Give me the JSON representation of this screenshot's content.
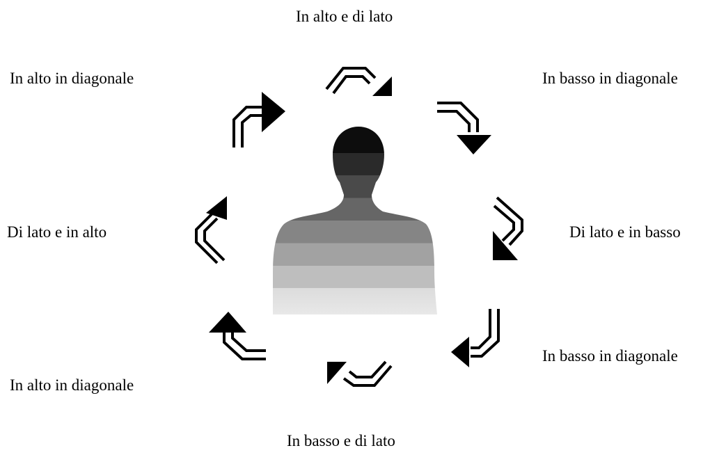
{
  "labels": {
    "top": "In alto e di lato",
    "upper_left": "In alto in diagonale",
    "upper_right": "In basso in diagonale",
    "left": "Di lato e in alto",
    "right": "Di lato e in basso",
    "lower_right": "In basso in diagonale",
    "lower_left": "In alto in diagonale",
    "bottom": "In basso e di lato"
  },
  "colors": {
    "ink": "#000000",
    "figure_gradient": [
      "#0d0d0d",
      "#2a2a2a",
      "#4a4a4a",
      "#6a6a6a",
      "#8a8a8a",
      "#a8a8a8",
      "#c4c4c4",
      "#dedede"
    ]
  },
  "icons": {
    "center": "person-silhouette-icon",
    "arrows": [
      "curved-arrow-icon"
    ]
  }
}
